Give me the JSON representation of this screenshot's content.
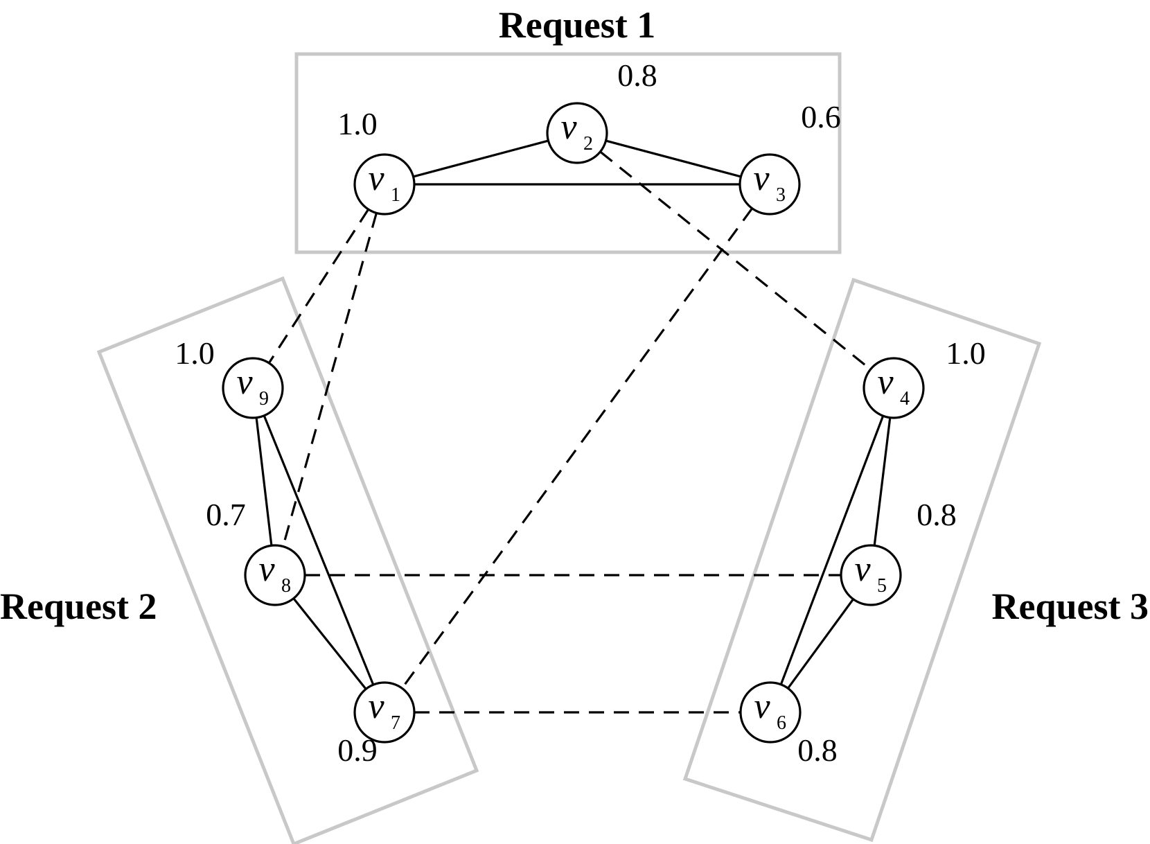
{
  "groups": [
    {
      "id": "request1",
      "title": "Request 1"
    },
    {
      "id": "request2",
      "title": "Request 2"
    },
    {
      "id": "request3",
      "title": "Request 3"
    }
  ],
  "nodes": [
    {
      "id": "v1",
      "var": "v",
      "sub": "1",
      "weight": "1.0"
    },
    {
      "id": "v2",
      "var": "v",
      "sub": "2",
      "weight": "0.8"
    },
    {
      "id": "v3",
      "var": "v",
      "sub": "3",
      "weight": "0.6"
    },
    {
      "id": "v4",
      "var": "v",
      "sub": "4",
      "weight": "1.0"
    },
    {
      "id": "v5",
      "var": "v",
      "sub": "5",
      "weight": "0.8"
    },
    {
      "id": "v6",
      "var": "v",
      "sub": "6",
      "weight": "0.8"
    },
    {
      "id": "v7",
      "var": "v",
      "sub": "7",
      "weight": "0.9"
    },
    {
      "id": "v8",
      "var": "v",
      "sub": "8",
      "weight": "0.7"
    },
    {
      "id": "v9",
      "var": "v",
      "sub": "9",
      "weight": "1.0"
    }
  ],
  "edges": [
    {
      "from": "v1",
      "to": "v2",
      "style": "solid"
    },
    {
      "from": "v2",
      "to": "v3",
      "style": "solid"
    },
    {
      "from": "v1",
      "to": "v3",
      "style": "solid"
    },
    {
      "from": "v4",
      "to": "v5",
      "style": "solid"
    },
    {
      "from": "v4",
      "to": "v6",
      "style": "solid"
    },
    {
      "from": "v5",
      "to": "v6",
      "style": "solid"
    },
    {
      "from": "v9",
      "to": "v8",
      "style": "solid"
    },
    {
      "from": "v9",
      "to": "v7",
      "style": "solid"
    },
    {
      "from": "v8",
      "to": "v7",
      "style": "solid"
    },
    {
      "from": "v1",
      "to": "v9",
      "style": "dashed"
    },
    {
      "from": "v1",
      "to": "v8",
      "style": "dashed"
    },
    {
      "from": "v2",
      "to": "v4",
      "style": "dashed"
    },
    {
      "from": "v3",
      "to": "v7",
      "style": "dashed"
    },
    {
      "from": "v8",
      "to": "v5",
      "style": "dashed"
    },
    {
      "from": "v7",
      "to": "v6",
      "style": "dashed"
    }
  ]
}
